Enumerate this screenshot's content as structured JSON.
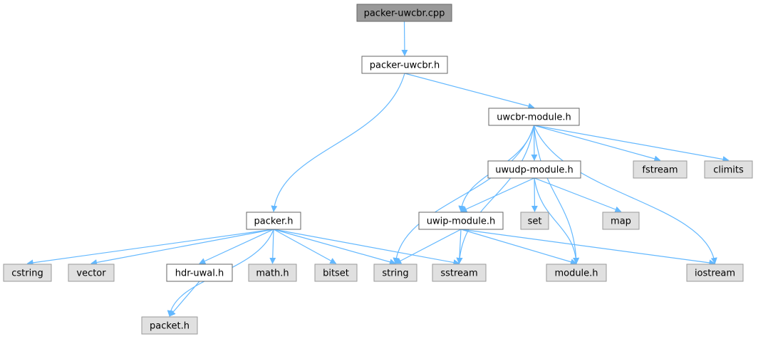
{
  "colors": {
    "edge": "#63b8ff",
    "root_fill": "#999999",
    "root_stroke": "#666666",
    "internal_fill": "#ffffff",
    "internal_stroke": "#666666",
    "external_fill": "#e0e0e0",
    "external_stroke": "#999999"
  },
  "nodes": [
    {
      "id": "packer-uwcbr-cpp",
      "label": "packer-uwcbr.cpp",
      "kind": "root"
    },
    {
      "id": "packer-uwcbr-h",
      "label": "packer-uwcbr.h",
      "kind": "internal"
    },
    {
      "id": "uwcbr-module-h",
      "label": "uwcbr-module.h",
      "kind": "internal"
    },
    {
      "id": "uwudp-module-h",
      "label": "uwudp-module.h",
      "kind": "internal"
    },
    {
      "id": "fstream",
      "label": "fstream",
      "kind": "external"
    },
    {
      "id": "climits",
      "label": "climits",
      "kind": "external"
    },
    {
      "id": "packer-h",
      "label": "packer.h",
      "kind": "internal"
    },
    {
      "id": "uwip-module-h",
      "label": "uwip-module.h",
      "kind": "internal"
    },
    {
      "id": "set",
      "label": "set",
      "kind": "external"
    },
    {
      "id": "map",
      "label": "map",
      "kind": "external"
    },
    {
      "id": "cstring",
      "label": "cstring",
      "kind": "external"
    },
    {
      "id": "vector",
      "label": "vector",
      "kind": "external"
    },
    {
      "id": "hdr-uwal-h",
      "label": "hdr-uwal.h",
      "kind": "internal"
    },
    {
      "id": "math-h",
      "label": "math.h",
      "kind": "external"
    },
    {
      "id": "bitset",
      "label": "bitset",
      "kind": "external"
    },
    {
      "id": "string",
      "label": "string",
      "kind": "external"
    },
    {
      "id": "sstream",
      "label": "sstream",
      "kind": "external"
    },
    {
      "id": "module-h",
      "label": "module.h",
      "kind": "external"
    },
    {
      "id": "iostream",
      "label": "iostream",
      "kind": "external"
    },
    {
      "id": "packet-h",
      "label": "packet.h",
      "kind": "external"
    }
  ],
  "edges": [
    {
      "from": "packer-uwcbr-cpp",
      "to": "packer-uwcbr-h"
    },
    {
      "from": "packer-uwcbr-h",
      "to": "uwcbr-module-h"
    },
    {
      "from": "packer-uwcbr-h",
      "to": "packer-h"
    },
    {
      "from": "uwcbr-module-h",
      "to": "uwudp-module-h"
    },
    {
      "from": "uwcbr-module-h",
      "to": "fstream"
    },
    {
      "from": "uwcbr-module-h",
      "to": "climits"
    },
    {
      "from": "uwcbr-module-h",
      "to": "uwip-module-h"
    },
    {
      "from": "uwcbr-module-h",
      "to": "string"
    },
    {
      "from": "uwcbr-module-h",
      "to": "sstream"
    },
    {
      "from": "uwcbr-module-h",
      "to": "module-h"
    },
    {
      "from": "uwcbr-module-h",
      "to": "iostream"
    },
    {
      "from": "uwudp-module-h",
      "to": "uwip-module-h"
    },
    {
      "from": "uwudp-module-h",
      "to": "set"
    },
    {
      "from": "uwudp-module-h",
      "to": "map"
    },
    {
      "from": "uwudp-module-h",
      "to": "module-h"
    },
    {
      "from": "uwip-module-h",
      "to": "string"
    },
    {
      "from": "uwip-module-h",
      "to": "sstream"
    },
    {
      "from": "uwip-module-h",
      "to": "module-h"
    },
    {
      "from": "uwip-module-h",
      "to": "iostream"
    },
    {
      "from": "packer-h",
      "to": "cstring"
    },
    {
      "from": "packer-h",
      "to": "vector"
    },
    {
      "from": "packer-h",
      "to": "hdr-uwal-h"
    },
    {
      "from": "packer-h",
      "to": "math-h"
    },
    {
      "from": "packer-h",
      "to": "bitset"
    },
    {
      "from": "packer-h",
      "to": "string"
    },
    {
      "from": "packer-h",
      "to": "sstream"
    },
    {
      "from": "packer-h",
      "to": "packet-h"
    },
    {
      "from": "hdr-uwal-h",
      "to": "packet-h"
    }
  ]
}
